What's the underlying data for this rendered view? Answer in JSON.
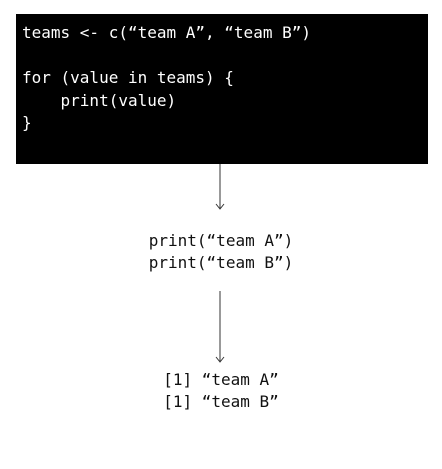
{
  "code": {
    "lines": [
      "teams <- c(“team A”, “team B”)",
      "",
      "for (value in teams) {",
      "    print(value)",
      "}"
    ]
  },
  "intermediate": {
    "lines": [
      "print(“team A”)",
      "print(“team B”)"
    ]
  },
  "output": {
    "lines": [
      "[1] “team A”",
      "[1] “team B”"
    ]
  },
  "colors": {
    "code_background": "#000000",
    "code_text": "#ffffff",
    "text": "#111111",
    "arrow": "#333333"
  }
}
